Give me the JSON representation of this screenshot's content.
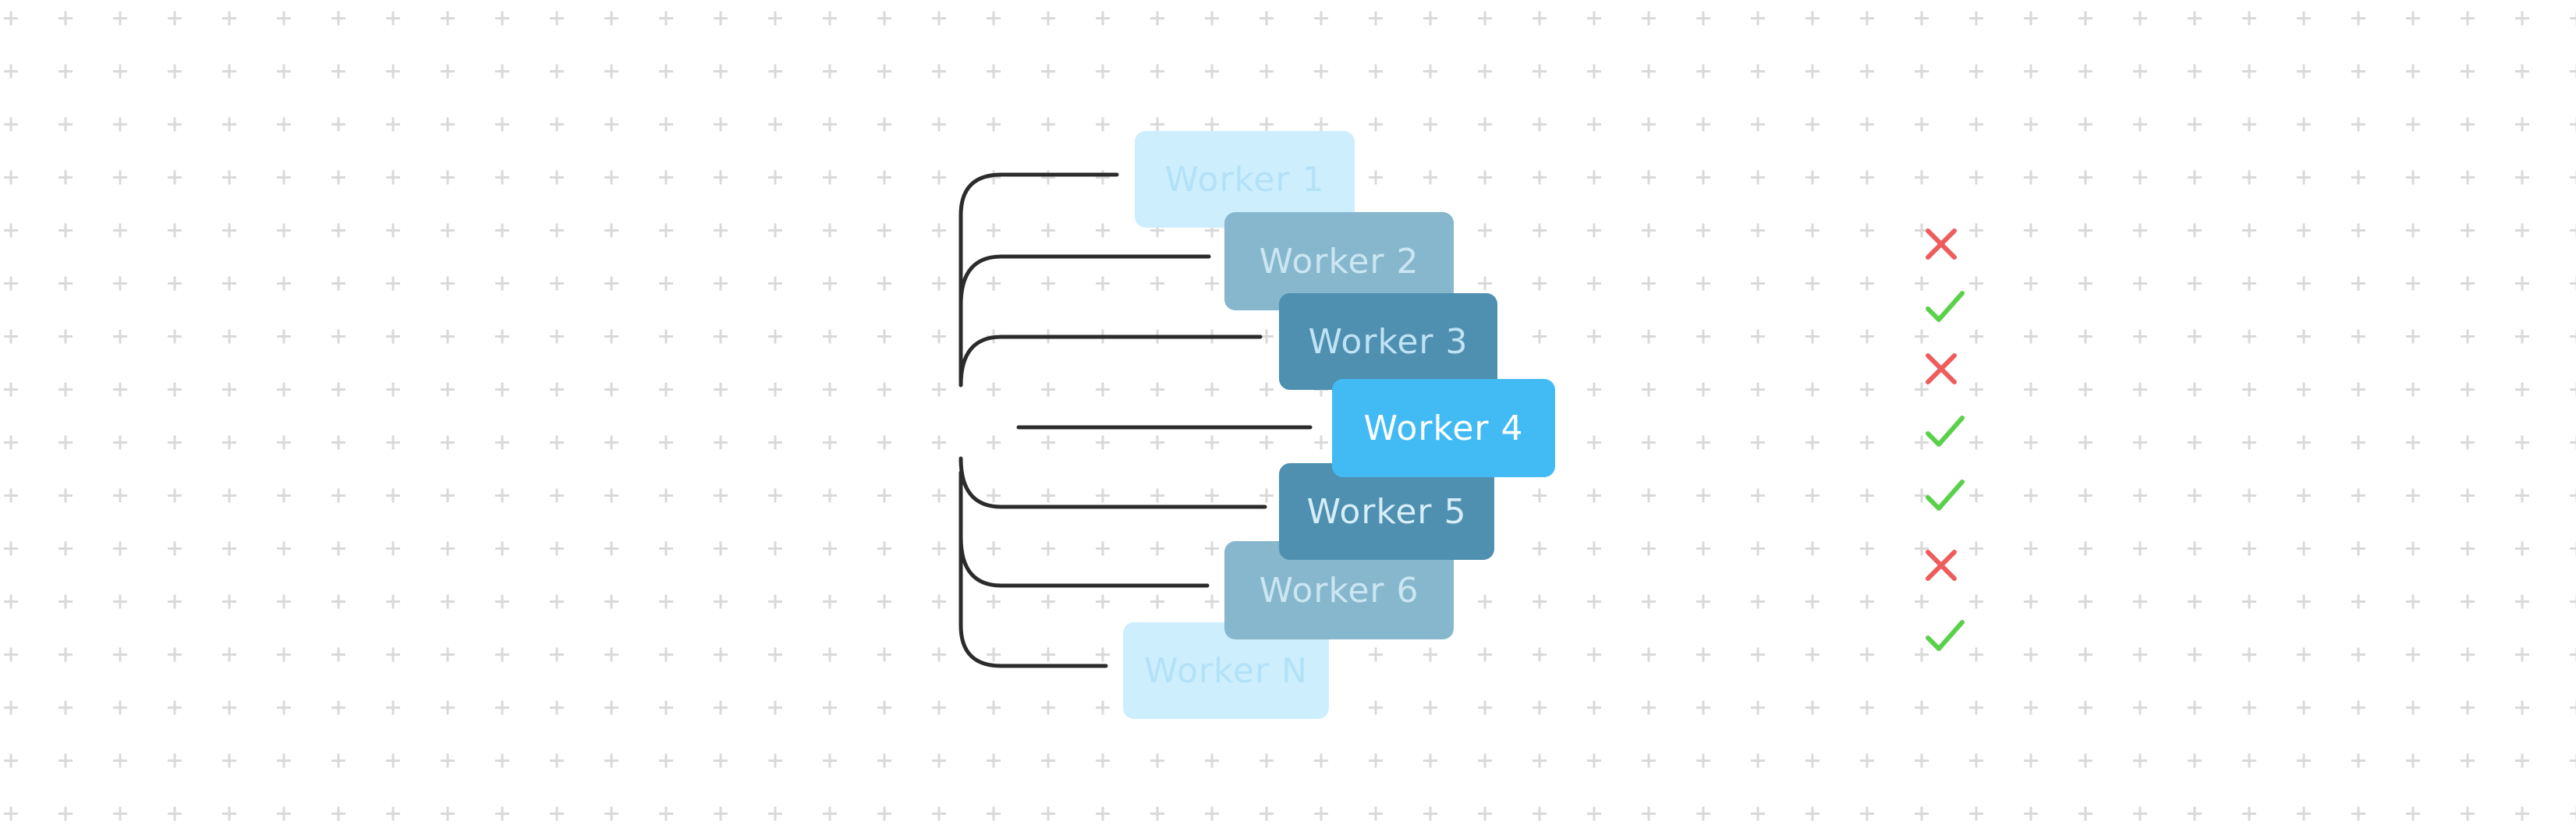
{
  "diagram": {
    "workers": [
      {
        "label": "Worker 1",
        "fill": "#cdeefc",
        "text_color": "#b3e2f8",
        "status": "fail"
      },
      {
        "label": "Worker 2",
        "fill": "#86b7cc",
        "text_color": "#cbe6f2",
        "status": "pass"
      },
      {
        "label": "Worker 3",
        "fill": "#4f8fb0",
        "text_color": "#bfe3f5",
        "status": "fail"
      },
      {
        "label": "Worker 4",
        "fill": "#42bbf5",
        "text_color": "#ffffff",
        "status": "pass"
      },
      {
        "label": "Worker 5",
        "fill": "#4f8fb0",
        "text_color": "#d6eef9",
        "status": "pass"
      },
      {
        "label": "Worker 6",
        "fill": "#86b7cc",
        "text_color": "#cbe6f2",
        "status": "fail"
      },
      {
        "label": "Worker N",
        "fill": "#cdeefc",
        "text_color": "#b3e2f8",
        "status": "pass"
      }
    ],
    "colors": {
      "connector": "#2b2b2b",
      "pass": "#5ad14a",
      "fail": "#ee5c5c",
      "grid": "#d9d9d9"
    }
  }
}
